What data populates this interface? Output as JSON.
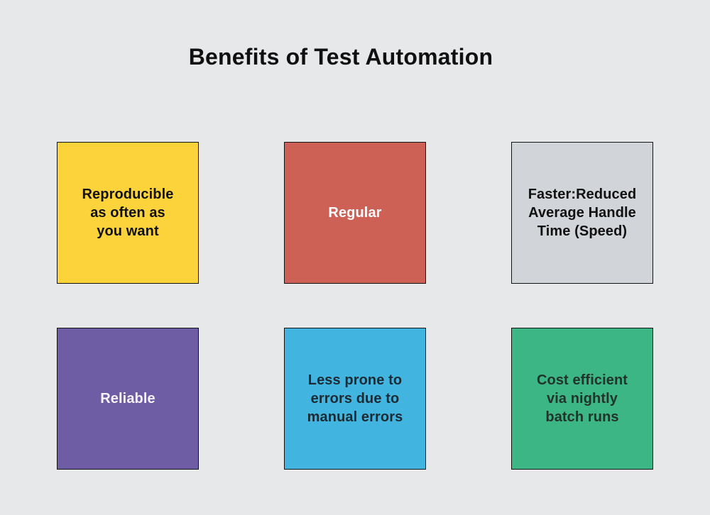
{
  "page": {
    "background_color": "#e7e8ea",
    "title": "Benefits of Test Automation",
    "title_color": "#101010",
    "box_border_color": "#131313"
  },
  "boxes": [
    {
      "id": "reproducible",
      "label": "Reproducible\nas often as\nyou want",
      "bg": "#fdd33b",
      "text_color": "#111111",
      "row": 1,
      "col": 1
    },
    {
      "id": "regular",
      "label": "Regular",
      "bg": "#cd6156",
      "text_color": "#fbfafc",
      "row": 1,
      "col": 2
    },
    {
      "id": "faster-reduced-aht",
      "label": "Faster:Reduced\nAverage Handle\nTime (Speed)",
      "bg": "#d1d5d9",
      "text_color": "#111111",
      "row": 1,
      "col": 3
    },
    {
      "id": "reliable",
      "label": "Reliable",
      "bg": "#6e5da4",
      "text_color": "#f6f3f9",
      "row": 2,
      "col": 1
    },
    {
      "id": "less-prone-to-errors",
      "label": "Less prone to\nerrors due to\nmanual errors",
      "bg": "#41b5e0",
      "text_color": "#1d2a33",
      "row": 2,
      "col": 2
    },
    {
      "id": "cost-efficient",
      "label": "Cost efficient\nvia nightly\nbatch runs",
      "bg": "#3db685",
      "text_color": "#21332b",
      "row": 2,
      "col": 3
    }
  ]
}
